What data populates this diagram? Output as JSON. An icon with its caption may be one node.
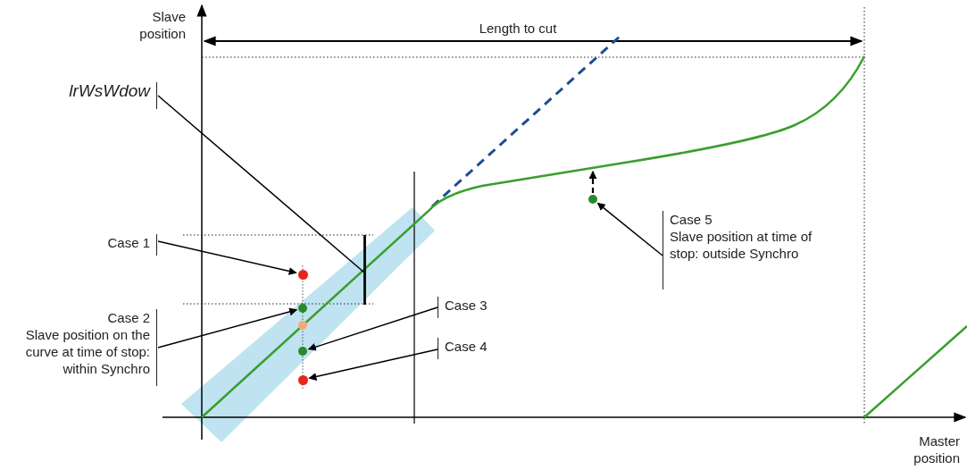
{
  "diagram": {
    "nodes": [
      {
        "text": [
          "lrWsWdow"
        ]
      },
      {
        "text": [],
        "shape": "bar"
      },
      {
        "text": [
          "Case 1"
        ]
      },
      {
        "text": [],
        "shape": "circle"
      },
      {
        "text": [
          "Case 2",
          "Slave position on the curve at time of stop: within Synchro"
        ]
      },
      {
        "text": [],
        "shape": "circle"
      },
      {
        "text": [],
        "shape": "circle"
      },
      {
        "text": [],
        "shape": "circle"
      },
      {
        "text": [],
        "shape": "circle"
      },
      {
        "text": [
          "Case 3"
        ]
      },
      {
        "text": [
          "Case 4"
        ]
      },
      {
        "text": [],
        "shape": "circle"
      },
      {
        "text": [
          "Case 5",
          "Slave position at time of stop: outside Synchro"
        ]
      }
    ],
    "edges": [
      {
        "from": 0,
        "to": 1,
        "arrow": "none"
      },
      {
        "from": 2,
        "to": 3,
        "arrow": "to"
      },
      {
        "from": 4,
        "to": 5,
        "arrow": "to"
      },
      {
        "from": 9,
        "to": 7,
        "arrow": "to"
      },
      {
        "from": 10,
        "to": 8,
        "arrow": "to"
      },
      {
        "from": 12,
        "to": 11,
        "arrow": "to"
      },
      {
        "from": 11,
        "to": null,
        "arrow": "to",
        "style": "dashed"
      }
    ],
    "labels": [
      "Slave position",
      "Length to cut",
      "Master position"
    ]
  }
}
